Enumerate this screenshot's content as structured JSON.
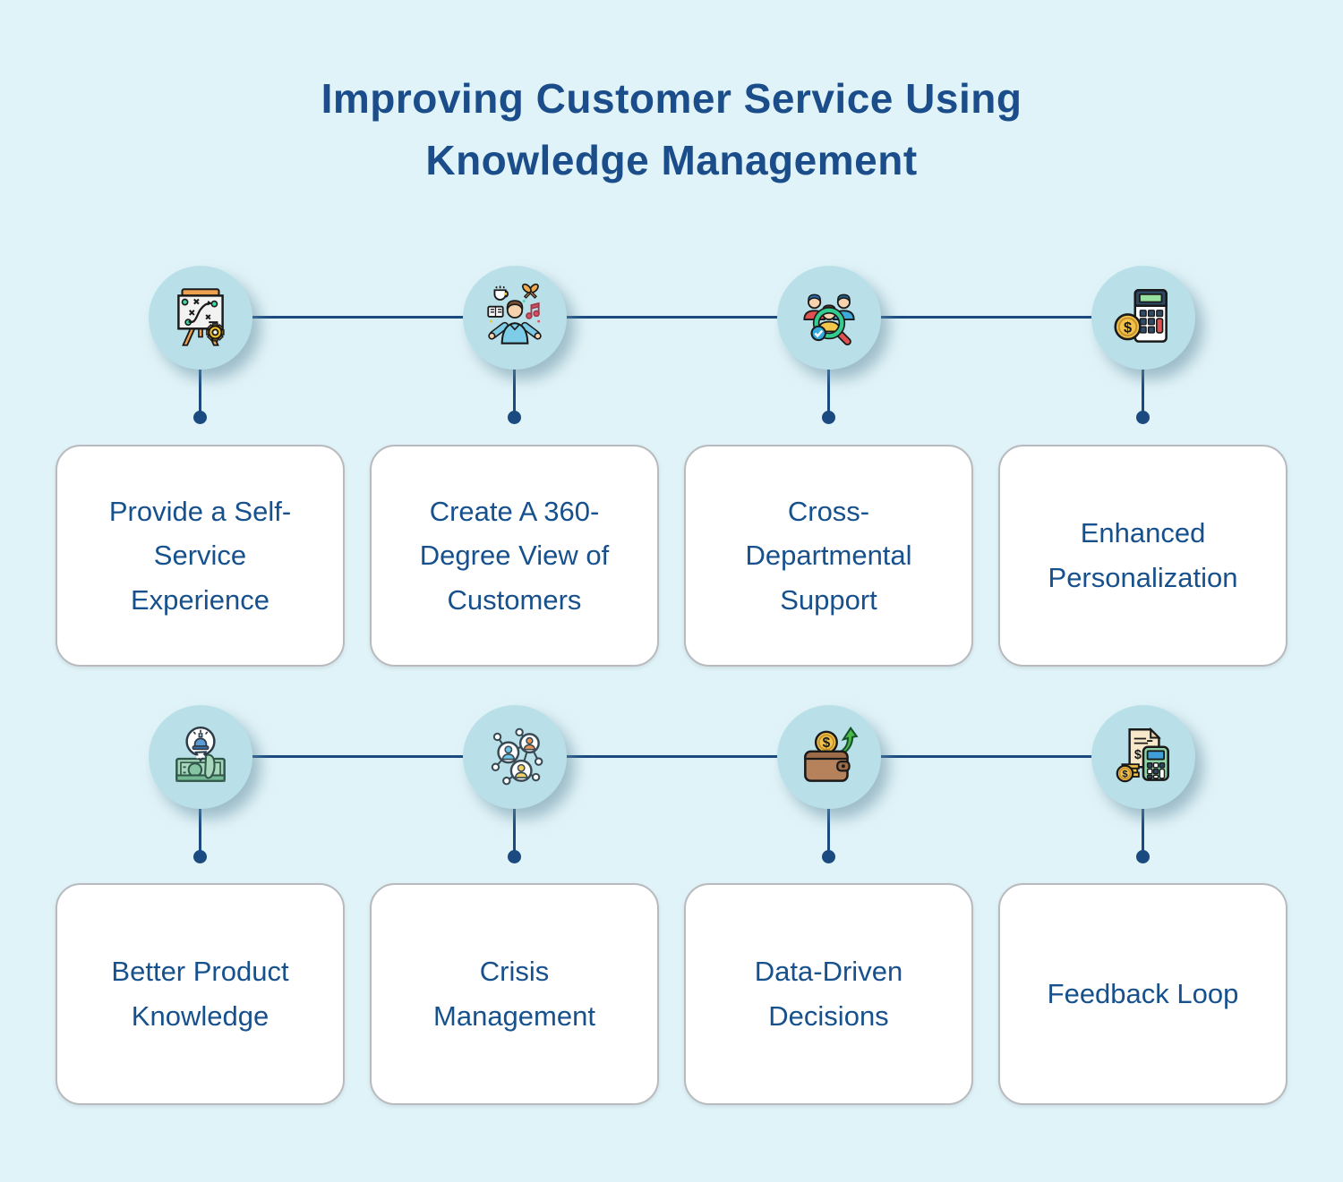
{
  "title": "Improving Customer Service Using\nKnowledge Management",
  "colors": {
    "background": "#e0f3f8",
    "circle_fill": "#b9e0e9",
    "connector": "#1a4a80",
    "card_background": "#ffffff",
    "card_border": "#b8babd",
    "card_text": "#17518d",
    "title_text": "#1b4d8a"
  },
  "items": [
    {
      "label": "Provide a Self-\nService\nExperience",
      "icon": "strategy-board-icon"
    },
    {
      "label": "Create A 360-\nDegree View of\nCustomers",
      "icon": "customer-360-icon"
    },
    {
      "label": "Cross-\nDepartmental\nSupport",
      "icon": "team-search-icon"
    },
    {
      "label": "Enhanced\nPersonalization",
      "icon": "calculator-coin-icon"
    },
    {
      "label": "Better Product\nKnowledge",
      "icon": "money-alert-icon"
    },
    {
      "label": "Crisis\nManagement",
      "icon": "network-people-icon"
    },
    {
      "label": "Data-Driven\nDecisions",
      "icon": "wallet-money-icon"
    },
    {
      "label": "Feedback Loop",
      "icon": "billing-calculator-icon"
    }
  ]
}
